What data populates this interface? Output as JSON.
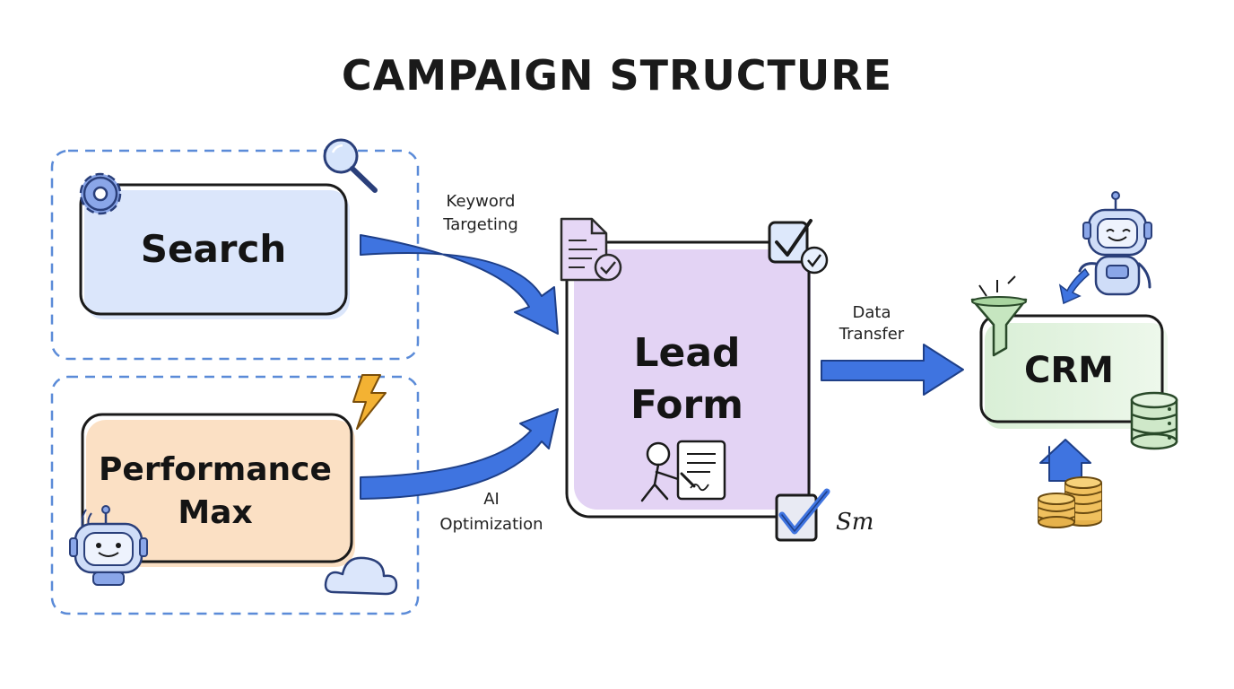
{
  "title": "CAMPAIGN STRUCTURE",
  "nodes": {
    "search": {
      "label": "Search"
    },
    "pmax": {
      "label_line1": "Performance",
      "label_line2": "Max"
    },
    "lead_form": {
      "label_line1": "Lead",
      "label_line2": "Form"
    },
    "crm": {
      "label": "CRM"
    }
  },
  "edges": {
    "keyword": {
      "line1": "Keyword",
      "line2": "Targeting"
    },
    "ai": {
      "line1": "AI",
      "line2": "Optimization"
    },
    "data": {
      "line1": "Data",
      "line2": "Transfer"
    }
  },
  "signature": "Sm",
  "colors": {
    "search_fill": "#dbe6fb",
    "pmax_fill": "#fbe0c4",
    "lead_fill": "#e3d3f4",
    "crm_fill": "#d9efd6",
    "arrow": "#3f74e0",
    "dashed": "#5b8bd8",
    "outline": "#1a1a1a"
  }
}
